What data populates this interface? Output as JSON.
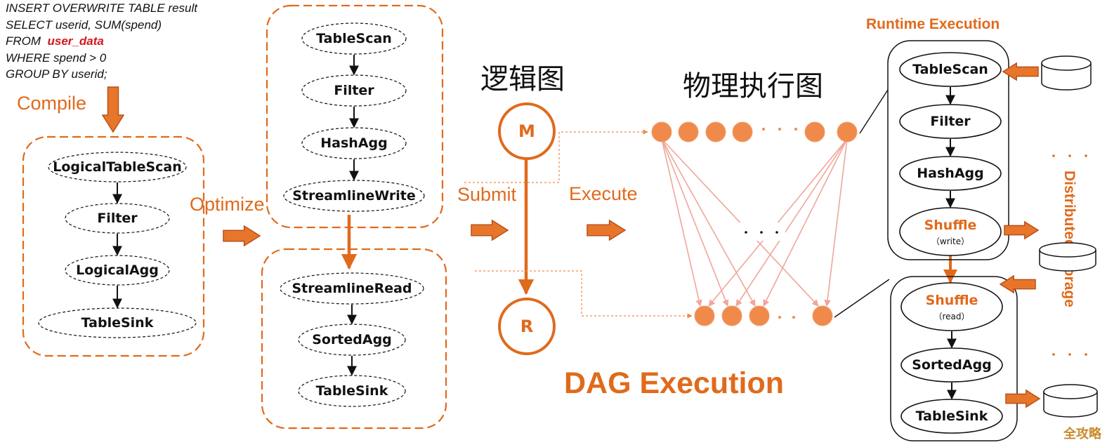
{
  "sql": {
    "line1": "INSERT OVERWRITE TABLE result",
    "line2": "SELECT userid, SUM(spend)",
    "line3_prefix": "FROM",
    "line3_table": "user_data",
    "line4": "WHERE spend > 0",
    "line5": "GROUP BY userid;"
  },
  "labels": {
    "compile": "Compile",
    "optimize": "Optimize",
    "submit": "Submit",
    "execute": "Execute",
    "logical_graph": "逻辑图",
    "physical_graph": "物理执行图",
    "dag_execution": "DAG Execution",
    "runtime_execution": "Runtime Execution",
    "distributed_storage": "Distributed Storage",
    "watermark": "全攻略"
  },
  "logical_plan": [
    "LogicalTableScan",
    "Filter",
    "LogicalAgg",
    "TableSink"
  ],
  "optimized_stage_m": [
    "TableScan",
    "Filter",
    "HashAgg",
    "StreamlineWrite"
  ],
  "optimized_stage_r": [
    "StreamlineRead",
    "SortedAgg",
    "TableSink"
  ],
  "dag": {
    "map_node": "M",
    "reduce_node": "R"
  },
  "runtime_m": [
    {
      "label": "TableScan",
      "sub": ""
    },
    {
      "label": "Filter",
      "sub": ""
    },
    {
      "label": "HashAgg",
      "sub": ""
    },
    {
      "label": "Shuffle",
      "sub": "（write）"
    }
  ],
  "runtime_r": [
    {
      "label": "Shuffle",
      "sub": "（read）"
    },
    {
      "label": "SortedAgg",
      "sub": ""
    },
    {
      "label": "TableSink",
      "sub": ""
    }
  ],
  "colors": {
    "orange": "#e06a1c",
    "orange_light": "#f08a4b",
    "pink_line": "#f0a69a",
    "text": "#111111"
  }
}
